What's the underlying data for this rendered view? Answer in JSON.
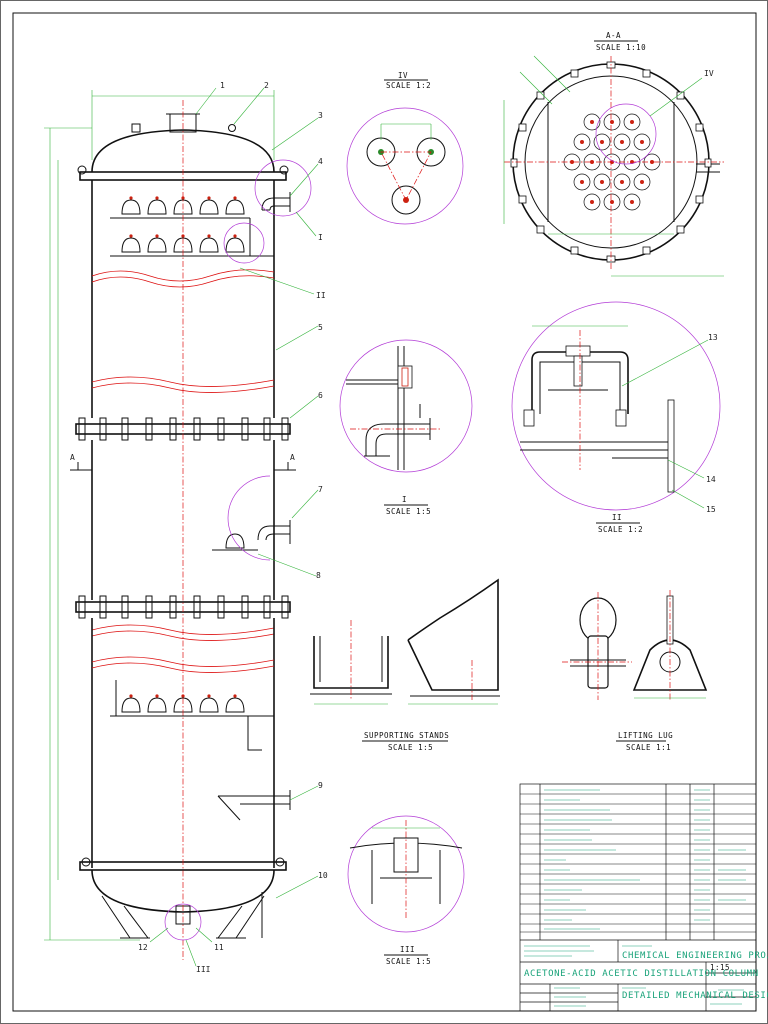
{
  "views": {
    "view_iv": {
      "title": "IV",
      "scale": "SCALE 1:2"
    },
    "view_aa": {
      "title": "A-A",
      "scale": "SCALE 1:10",
      "tag": "IV"
    },
    "view_i": {
      "title": "I",
      "scale": "SCALE 1:5"
    },
    "view_ii": {
      "title": "II",
      "scale": "SCALE 1:2"
    },
    "view_iii": {
      "title": "III",
      "scale": "SCALE 1:5"
    },
    "supporting_stands": {
      "title": "SUPPORTING STANDS",
      "scale": "SCALE 1:5"
    },
    "lifting_lug": {
      "title": "LIFTING LUG",
      "scale": "SCALE 1:1"
    }
  },
  "section_marks": {
    "left": "A",
    "right": "A"
  },
  "balloons": {
    "b1": "1",
    "b2": "2",
    "b3": "3",
    "b4": "4",
    "b5": "5",
    "b6": "6",
    "b7": "7",
    "b8": "8",
    "b9": "9",
    "b10": "10",
    "b11": "11",
    "b12": "12",
    "b13": "13",
    "b14": "14",
    "b15": "15",
    "bI": "I",
    "bII": "II",
    "bIII": "III"
  },
  "title_block": {
    "project": "CHEMICAL ENGINEERING PROJECT",
    "title": "ACETONE-ACID ACETIC DISTILLATION COLUMN",
    "drawing": "DETAILED MECHANICAL DESIGN",
    "scale": "1:15"
  },
  "colors": {
    "dimension": "#33b33a",
    "centerline": "#d11111",
    "detail_circle": "#b23bd6",
    "outline": "#111111"
  }
}
